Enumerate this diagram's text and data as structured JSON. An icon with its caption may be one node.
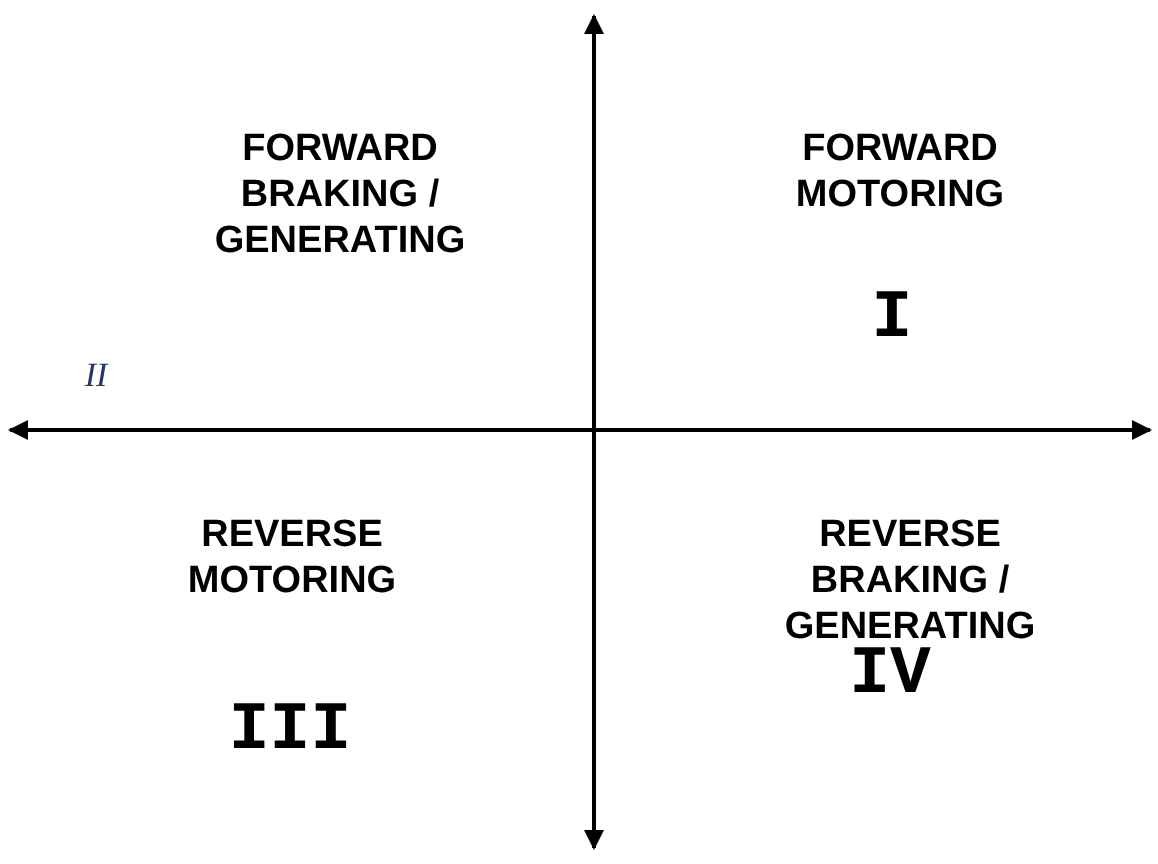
{
  "diagram": {
    "labels": [
      "FORWARD BRAKING / GENERATING",
      "FORWARD MOTORING",
      "I",
      "II",
      "REVERSE MOTORING",
      "REVERSE BRAKING / GENERATING",
      "III",
      "IV"
    ]
  }
}
